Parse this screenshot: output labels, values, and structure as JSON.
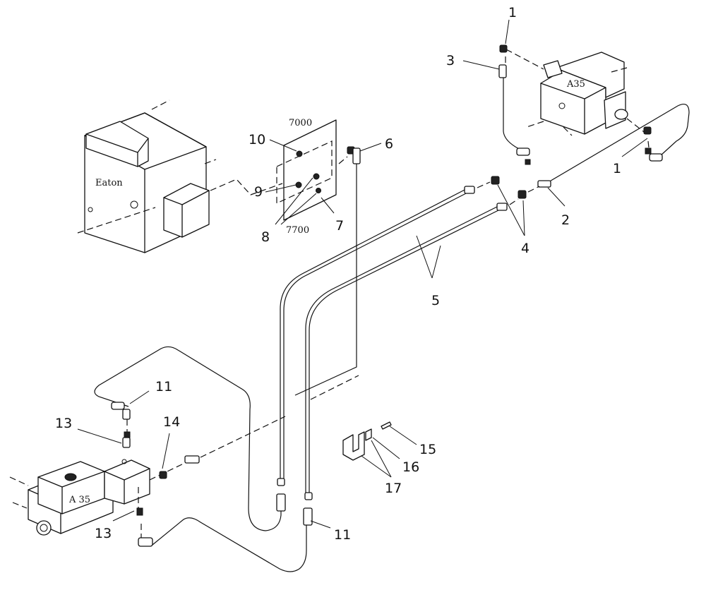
{
  "labels": {
    "eaton": "Eaton",
    "a35_top": "A35",
    "a35_bottom": "A 35",
    "valve_top": "7000",
    "valve_bottom": "7700"
  },
  "callouts": {
    "c1a": "1",
    "c1b": "1",
    "c2": "2",
    "c3": "3",
    "c4": "4",
    "c5": "5",
    "c6": "6",
    "c7": "7",
    "c8": "8",
    "c9": "9",
    "c10": "10",
    "c11a": "11",
    "c11b": "11",
    "c13a": "13",
    "c13b": "13",
    "c14": "14",
    "c15": "15",
    "c16": "16",
    "c17": "17"
  }
}
